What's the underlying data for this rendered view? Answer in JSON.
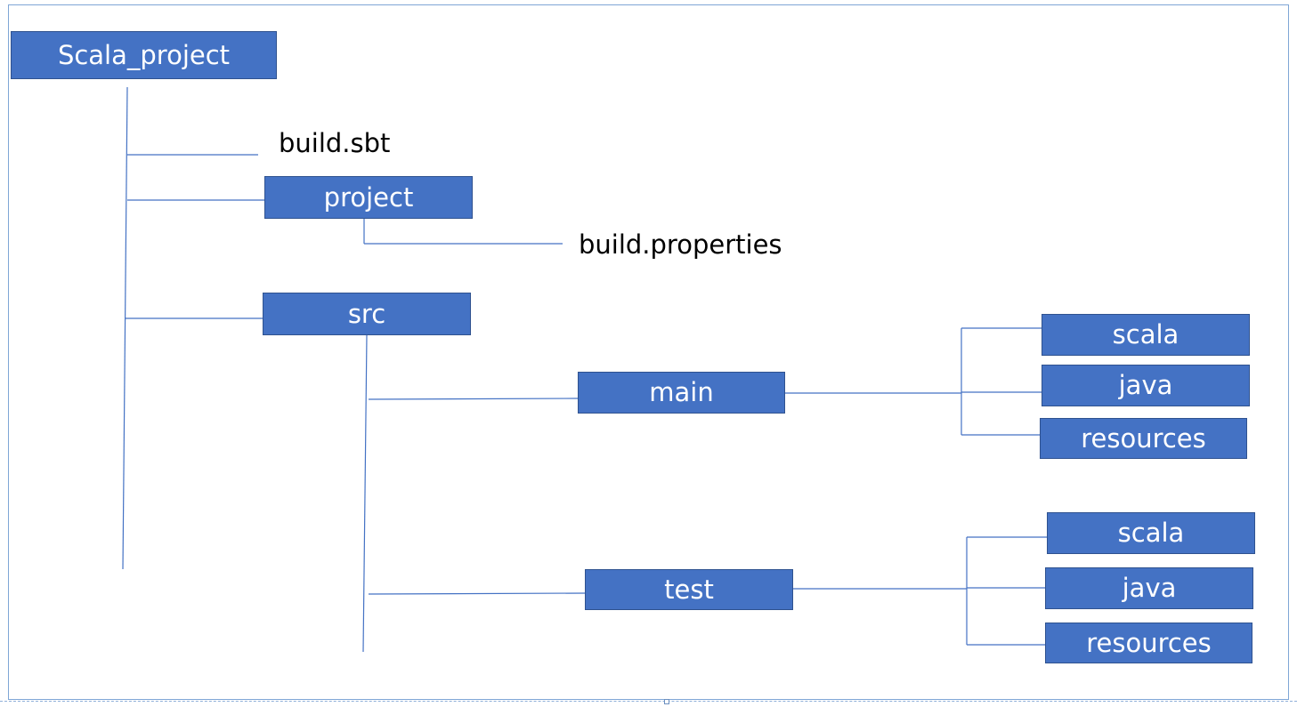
{
  "diagram": {
    "root": "Scala_project",
    "files": {
      "build_sbt": "build.sbt",
      "build_properties": "build.properties"
    },
    "folders": {
      "project": "project",
      "src": "src",
      "main": "main",
      "test": "test",
      "main_scala": "scala",
      "main_java": "java",
      "main_resources": "resources",
      "test_scala": "scala",
      "test_java": "java",
      "test_resources": "resources"
    },
    "colors": {
      "box_fill": "#4472c4",
      "box_border": "#2f528f",
      "box_text": "#ffffff",
      "connector": "#4472c4",
      "frame": "#7fa6d6"
    }
  }
}
